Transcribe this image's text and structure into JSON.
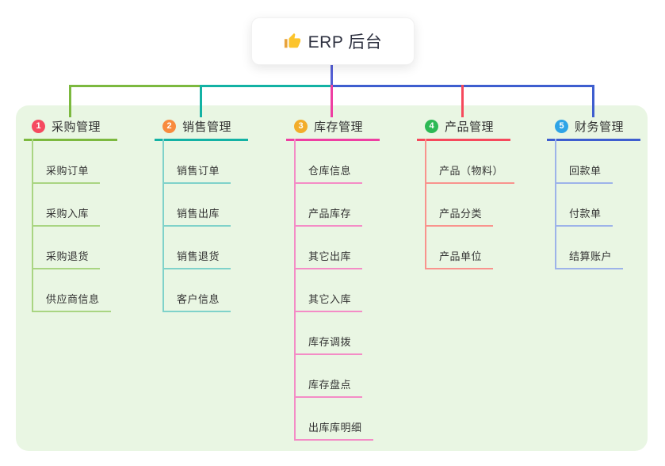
{
  "root": {
    "title": "ERP 后台",
    "icon": "thumbs-up-icon"
  },
  "canvas": {
    "background": "#ffffff",
    "panel_color": "#e9f6e3"
  },
  "connector": {
    "trunk_color": "#5560d6",
    "segments": [
      {
        "name": "bus-left",
        "color": "#7cb93f"
      },
      {
        "name": "bus-mid",
        "color": "#13b2a4"
      },
      {
        "name": "bus-right",
        "color": "#3e5ecf"
      }
    ],
    "drops": [
      {
        "name": "drop-purchase",
        "color": "#7cb93f"
      },
      {
        "name": "drop-sales",
        "color": "#13b2a4"
      },
      {
        "name": "drop-inventory",
        "color": "#ee3fa2"
      },
      {
        "name": "drop-product",
        "color": "#f6495c"
      },
      {
        "name": "drop-finance",
        "color": "#3e5ecf"
      }
    ]
  },
  "branches": [
    {
      "number": "1",
      "label": "采购管理",
      "badge_color": "#f54a60",
      "line_color": "#7cb93f",
      "child_line_color": "#a9d582",
      "children": [
        "采购订单",
        "采购入库",
        "采购退货",
        "供应商信息"
      ]
    },
    {
      "number": "2",
      "label": "销售管理",
      "badge_color": "#f88b3e",
      "line_color": "#13b2a4",
      "child_line_color": "#7fd2ca",
      "children": [
        "销售订单",
        "销售出库",
        "销售退货",
        "客户信息"
      ]
    },
    {
      "number": "3",
      "label": "库存管理",
      "badge_color": "#f2ad2b",
      "line_color": "#ee3fa2",
      "child_line_color": "#f48cc6",
      "children": [
        "仓库信息",
        "产品库存",
        "其它出库",
        "其它入库",
        "库存调拨",
        "库存盘点",
        "出库库明细"
      ]
    },
    {
      "number": "4",
      "label": "产品管理",
      "badge_color": "#2db955",
      "line_color": "#f6495c",
      "child_line_color": "#f9938d",
      "children": [
        "产品（物料）",
        "产品分类",
        "产品单位"
      ]
    },
    {
      "number": "5",
      "label": "财务管理",
      "badge_color": "#2ea4e6",
      "line_color": "#3e5ecf",
      "child_line_color": "#9db3e9",
      "children": [
        "回款单",
        "付款单",
        "结算账户"
      ]
    }
  ]
}
